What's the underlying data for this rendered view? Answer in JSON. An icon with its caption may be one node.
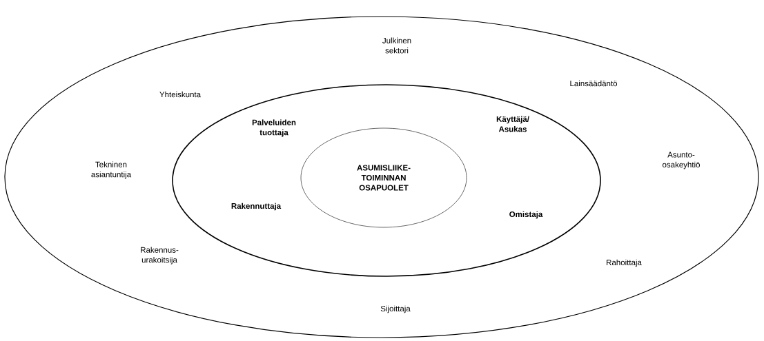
{
  "diagram": {
    "nodes": [
      {
        "text": [
          "Julkinen sektori",
          "Yhteiskunta",
          "Lainsäädäntö",
          "Tekninen asiantuntija",
          "Asunto-osakeyhtiö",
          "Rakennus-urakoitsija",
          "Rahoittaja",
          "Sijoittaja"
        ]
      },
      {
        "text": [
          "Palveluiden tuottaja",
          "Käyttäjä/ Asukas",
          "Rakennuttaja",
          "Omistaja"
        ],
        "in": 0
      },
      {
        "text": [
          "ASUMISLIIKE-TOIMINNAN OSAPUOLET"
        ],
        "in": 1
      }
    ]
  }
}
